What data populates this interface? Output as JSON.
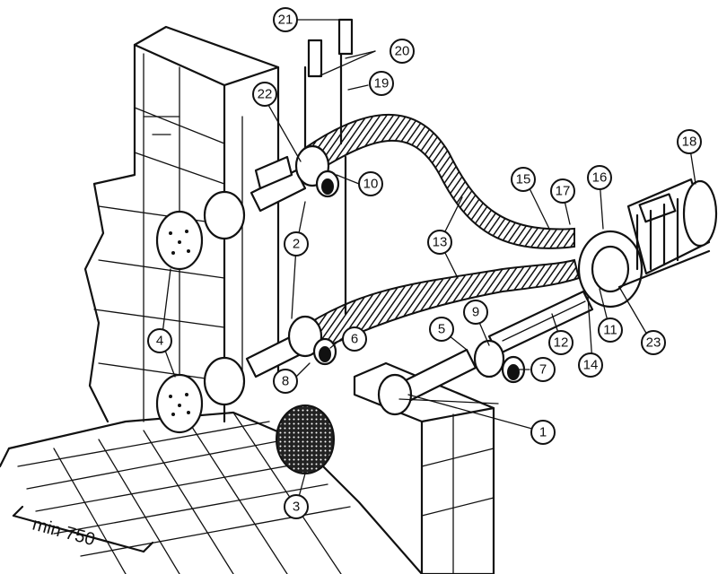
{
  "callouts": [
    {
      "id": "c1",
      "label": "1"
    },
    {
      "id": "c2",
      "label": "2"
    },
    {
      "id": "c3",
      "label": "3"
    },
    {
      "id": "c4",
      "label": "4"
    },
    {
      "id": "c5",
      "label": "5"
    },
    {
      "id": "c6",
      "label": "6"
    },
    {
      "id": "c7",
      "label": "7"
    },
    {
      "id": "c8",
      "label": "8"
    },
    {
      "id": "c9",
      "label": "9"
    },
    {
      "id": "c10",
      "label": "10"
    },
    {
      "id": "c11",
      "label": "11"
    },
    {
      "id": "c12",
      "label": "12"
    },
    {
      "id": "c13",
      "label": "13"
    },
    {
      "id": "c14",
      "label": "14"
    },
    {
      "id": "c15",
      "label": "15"
    },
    {
      "id": "c16",
      "label": "16"
    },
    {
      "id": "c17",
      "label": "17"
    },
    {
      "id": "c18",
      "label": "18"
    },
    {
      "id": "c19",
      "label": "19"
    },
    {
      "id": "c20",
      "label": "20"
    },
    {
      "id": "c21",
      "label": "21"
    },
    {
      "id": "c22",
      "label": "22"
    },
    {
      "id": "c23",
      "label": "23"
    }
  ],
  "dimension": {
    "label": "min 750"
  }
}
